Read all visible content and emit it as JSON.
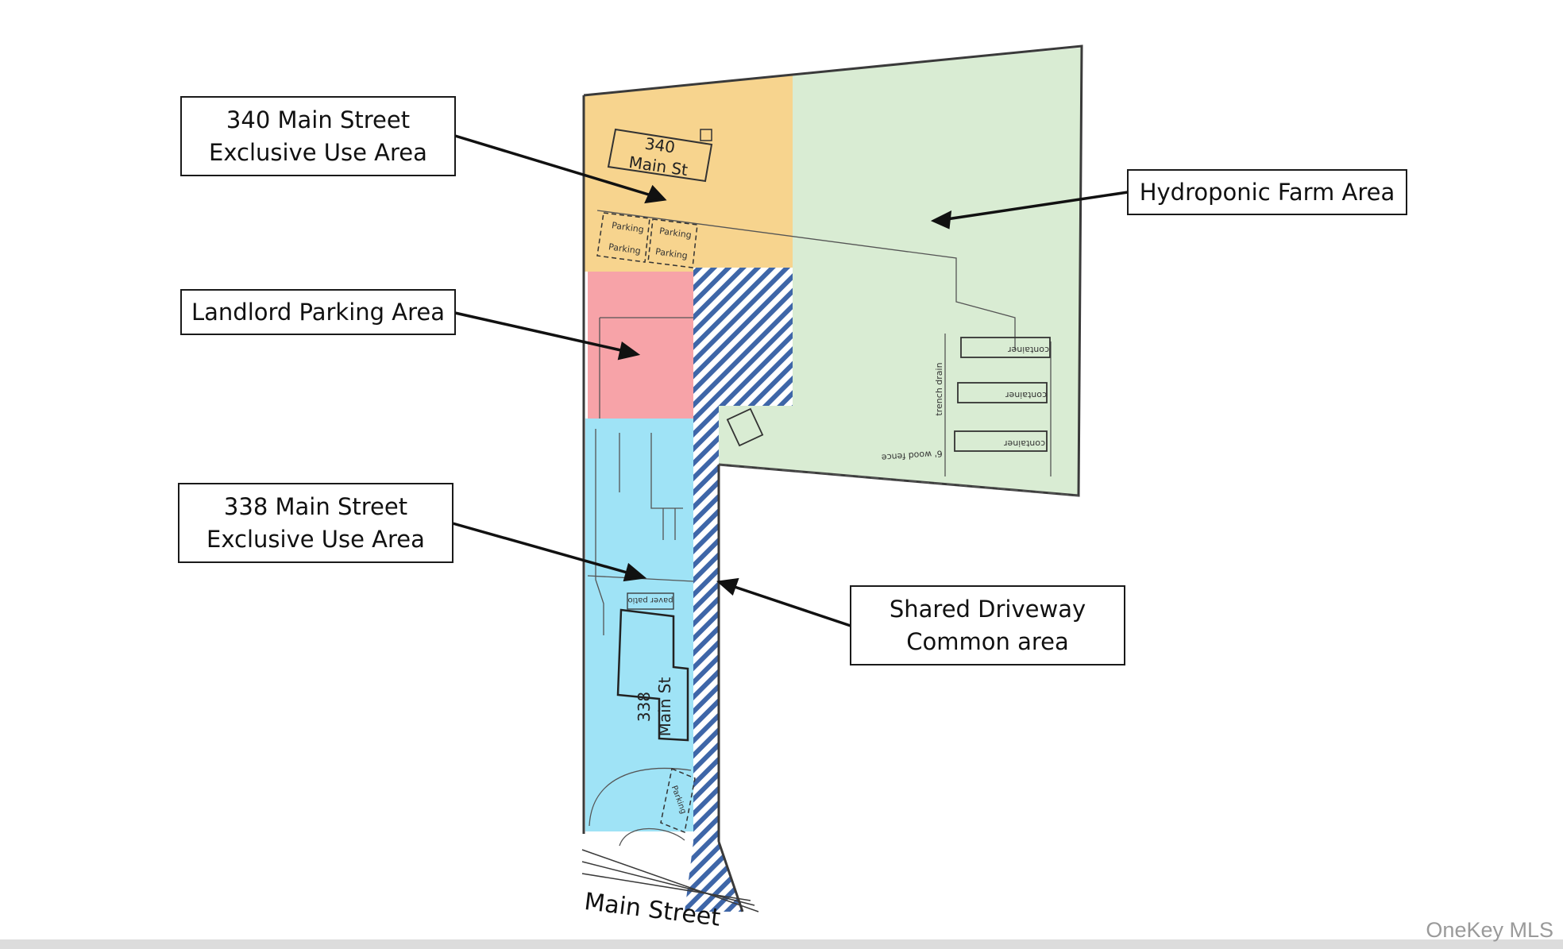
{
  "callouts": {
    "exclusive_340": {
      "line1": "340 Main Street",
      "line2": "Exclusive Use Area"
    },
    "landlord_parking": {
      "line1": "Landlord Parking Area"
    },
    "exclusive_338": {
      "line1": "338 Main Street",
      "line2": "Exclusive Use Area"
    },
    "shared_driveway": {
      "line1": "Shared Driveway",
      "line2": "Common area"
    },
    "hydroponic": {
      "line1": "Hydroponic Farm Area"
    }
  },
  "plan": {
    "building_340": {
      "line1": "340",
      "line2": "Main St"
    },
    "building_338": {
      "line1": "338",
      "line2": "Main St"
    },
    "parking_label": "Parking",
    "paver_patio": "paver patio",
    "containers": [
      "container",
      "container",
      "container"
    ],
    "trench_drain": "trench drain",
    "wood_fence": "6' wood fence",
    "street": "Main Street"
  },
  "colors": {
    "exclusive_340": "#f7d48e",
    "hydroponic": "#d9ecd3",
    "landlord_parking": "#f7a3a8",
    "exclusive_338": "#9fe3f6",
    "driveway_hatch": "#3e66a8"
  },
  "watermark": "OneKey MLS"
}
